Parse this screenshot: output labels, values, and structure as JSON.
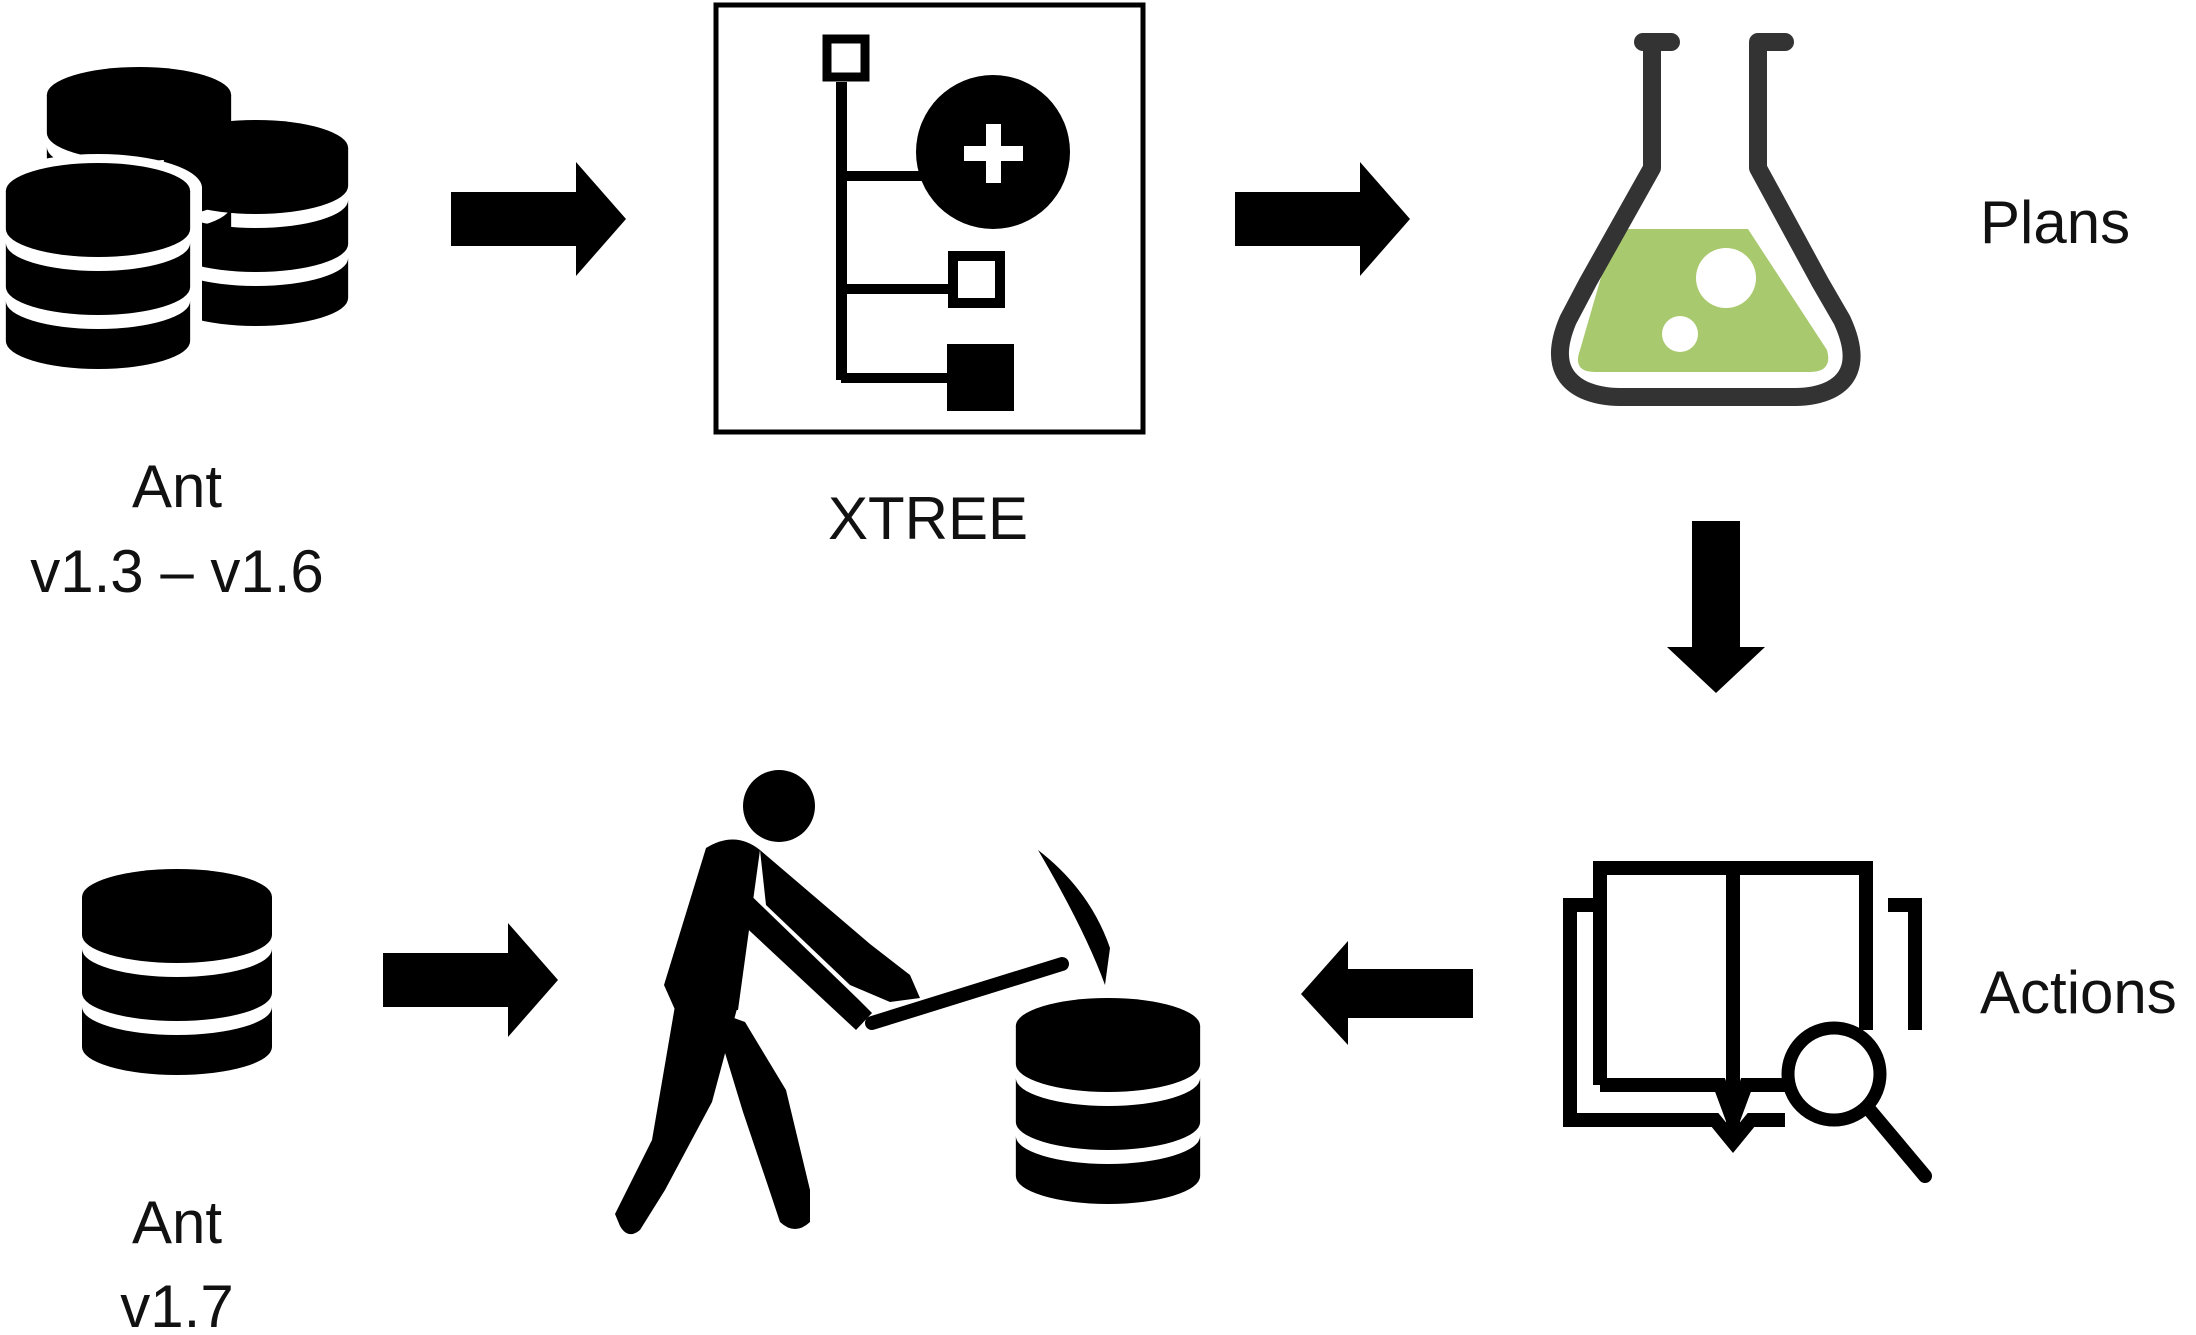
{
  "labels": {
    "source_db": "Ant",
    "source_versions": "v1.3 – v1.6",
    "xtree": "XTREE",
    "plans": "Plans",
    "actions": "Actions",
    "target_db": "Ant",
    "target_version": "v1.7"
  },
  "colors": {
    "ink": "#000000",
    "flask_outline": "#333333",
    "flask_liquid": "#a9c96e"
  },
  "icons": [
    "database-stack-icon",
    "decision-tree-icon",
    "flask-icon",
    "book-search-icon",
    "miner-icon",
    "database-icon"
  ]
}
